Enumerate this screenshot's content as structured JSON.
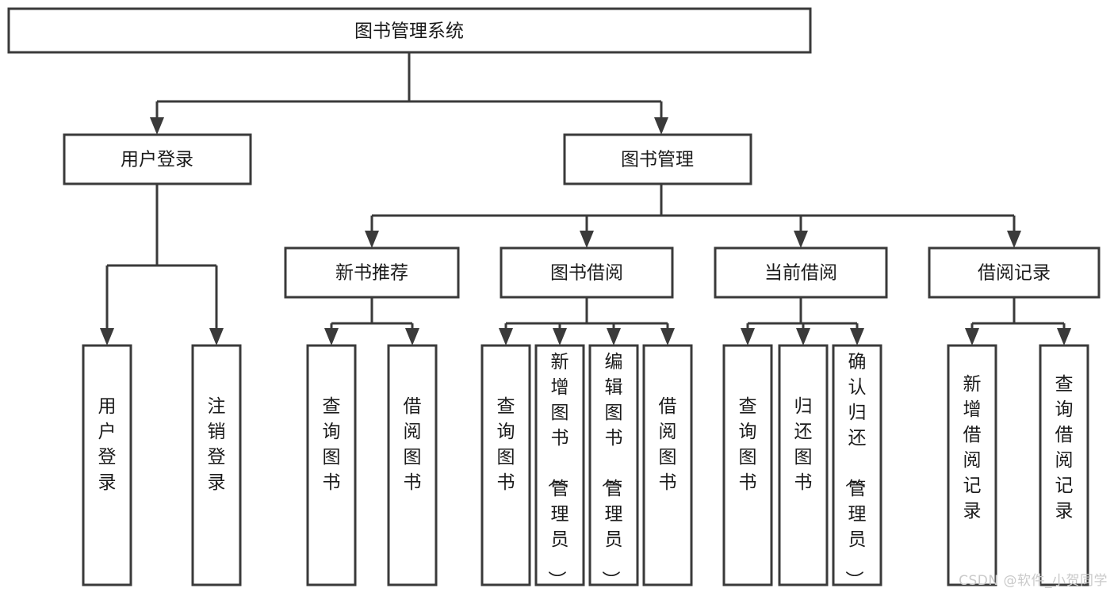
{
  "diagram": {
    "type": "tree-structure-chart",
    "title": "图书管理系统",
    "orientation": "top-down",
    "colors": {
      "box_fill": "#ffffff",
      "box_stroke": "#3a3a3a",
      "text": "#1b1b1b",
      "connector": "#3a3a3a",
      "background": "#ffffff",
      "watermark": "#c9c9c9"
    },
    "root": {
      "label": "图书管理系统",
      "name": "node-root-system"
    },
    "level2": [
      {
        "label": "用户登录",
        "name": "node-user-login"
      },
      {
        "label": "图书管理",
        "name": "node-book-management"
      }
    ],
    "level3": [
      {
        "label": "新书推荐",
        "name": "node-new-book-recommend"
      },
      {
        "label": "图书借阅",
        "name": "node-book-borrow"
      },
      {
        "label": "当前借阅",
        "name": "node-current-borrow"
      },
      {
        "label": "借阅记录",
        "name": "node-borrow-record"
      }
    ],
    "leaves": {
      "user_login": [
        {
          "label": "用户登录",
          "name": "leaf-user-login"
        },
        {
          "label": "注销登录",
          "name": "leaf-user-logout"
        }
      ],
      "new_book_recommend": [
        {
          "label": "查询图书",
          "name": "leaf-query-book-1"
        },
        {
          "label": "借阅图书",
          "name": "leaf-borrow-book-1"
        }
      ],
      "book_borrow": [
        {
          "label": "查询图书",
          "name": "leaf-query-book-2"
        },
        {
          "label": "新增图书（管理员）",
          "name": "leaf-add-book-admin"
        },
        {
          "label": "编辑图书（管理员）",
          "name": "leaf-edit-book-admin"
        },
        {
          "label": "借阅图书",
          "name": "leaf-borrow-book-2"
        }
      ],
      "current_borrow": [
        {
          "label": "查询图书",
          "name": "leaf-query-book-3"
        },
        {
          "label": "归还图书",
          "name": "leaf-return-book"
        },
        {
          "label": "确认归还（管理员）",
          "name": "leaf-confirm-return-admin"
        }
      ],
      "borrow_record": [
        {
          "label": "新增借阅记录",
          "name": "leaf-add-borrow-record"
        },
        {
          "label": "查询借阅记录",
          "name": "leaf-query-borrow-record"
        }
      ]
    }
  },
  "watermark": {
    "text": "CSDN @软件_小贺同学"
  }
}
